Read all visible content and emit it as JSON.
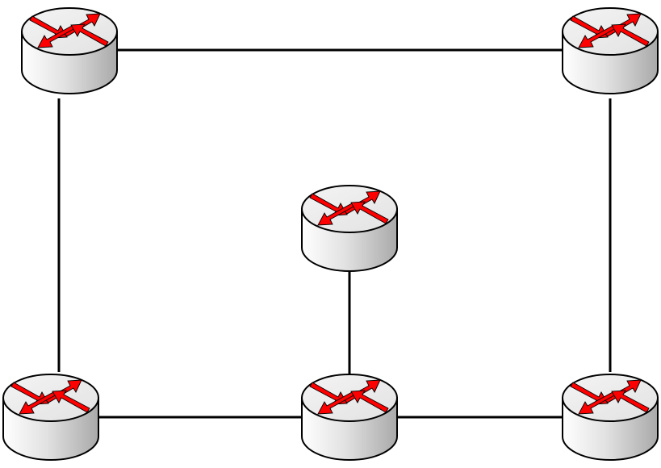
{
  "diagram": {
    "type": "network-topology",
    "node_icon": "router-icon",
    "colors": {
      "background": "#ffffff",
      "link": "#000000",
      "router_body_light": "#ffffff",
      "router_body_dark": "#a9a9a9",
      "router_top": "#eeeeee",
      "arrow": "#ff0000"
    },
    "nodes": [
      {
        "id": "top-left"
      },
      {
        "id": "top-right"
      },
      {
        "id": "center"
      },
      {
        "id": "bottom-left"
      },
      {
        "id": "bottom-middle"
      },
      {
        "id": "bottom-right"
      }
    ],
    "links": [
      {
        "from": "top-left",
        "to": "top-right"
      },
      {
        "from": "top-left",
        "to": "bottom-left"
      },
      {
        "from": "top-right",
        "to": "bottom-right"
      },
      {
        "from": "bottom-left",
        "to": "bottom-middle"
      },
      {
        "from": "bottom-middle",
        "to": "bottom-right"
      },
      {
        "from": "center",
        "to": "bottom-middle"
      }
    ]
  }
}
